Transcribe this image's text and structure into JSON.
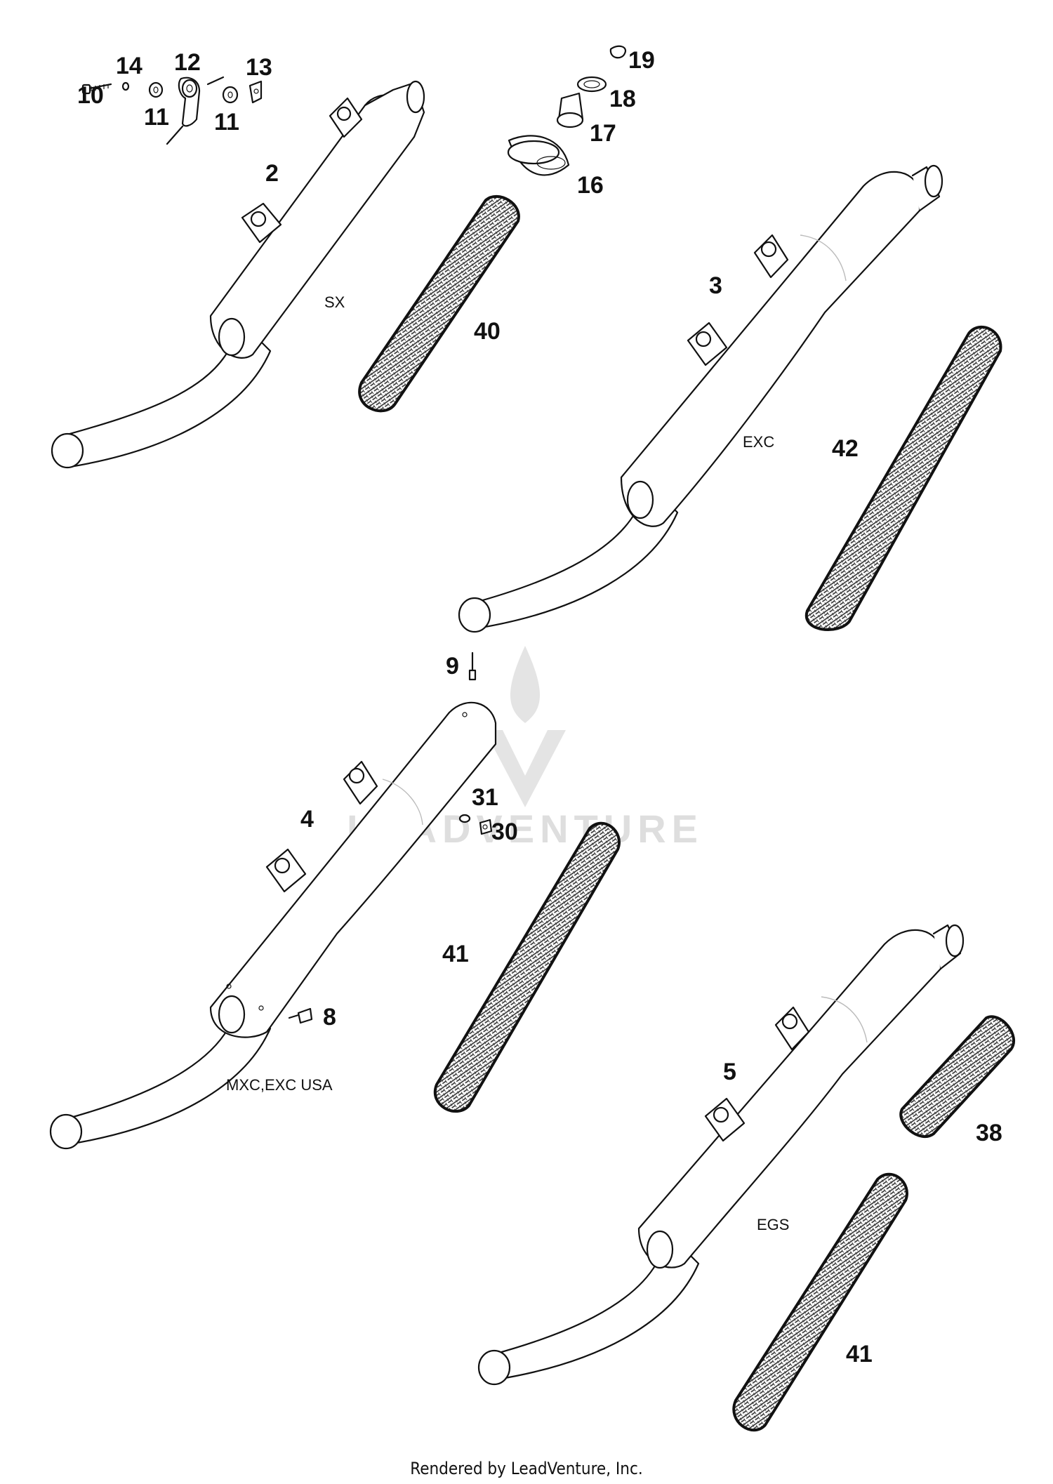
{
  "callouts": {
    "c2": "2",
    "c3": "3",
    "c4": "4",
    "c5": "5",
    "c8": "8",
    "c9": "9",
    "c10": "10",
    "c11a": "11",
    "c11b": "11",
    "c12": "12",
    "c13": "13",
    "c14": "14",
    "c16": "16",
    "c17": "17",
    "c18": "18",
    "c19": "19",
    "c30": "30",
    "c31": "31",
    "c38": "38",
    "c40": "40",
    "c41a": "41",
    "c41b": "41",
    "c42": "42"
  },
  "variants": {
    "sx": "SX",
    "exc": "EXC",
    "mxc": "MXC,EXC USA",
    "egs": "EGS"
  },
  "watermark": "LEADVENTURE",
  "footer": "Rendered by LeadVenture, Inc."
}
